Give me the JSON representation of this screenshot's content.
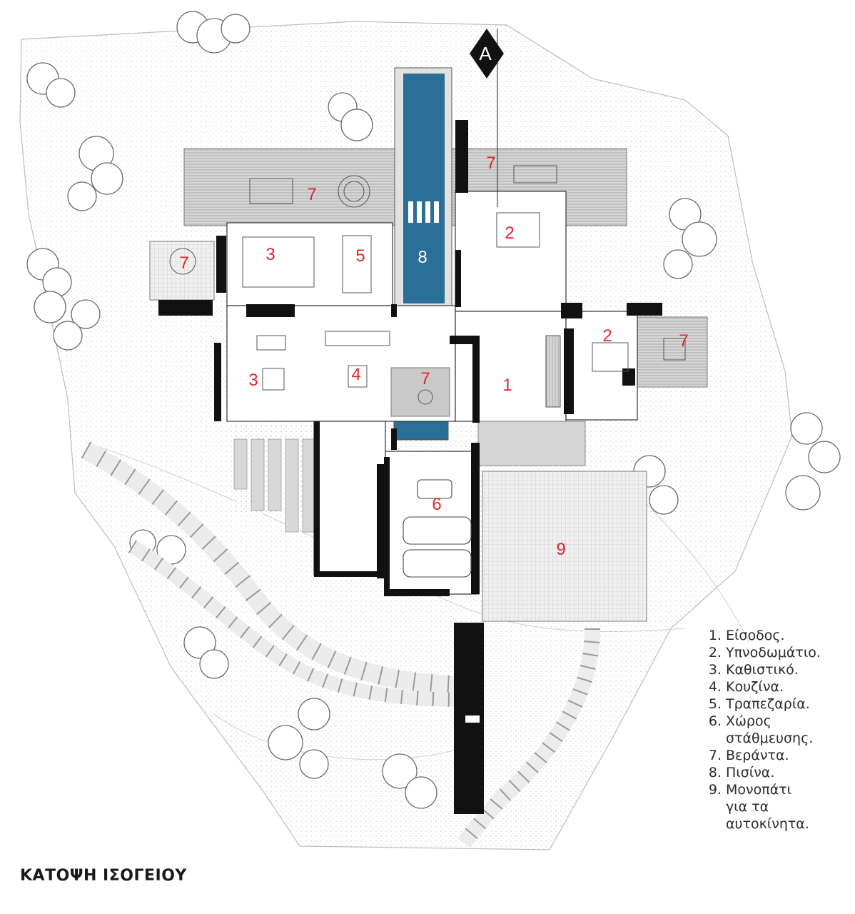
{
  "plan": {
    "title": "ΚΑΤΟΨΗ ΙΣΟΓΕΙΟΥ",
    "section_marker": "A",
    "colors": {
      "pool": "#2a6f97",
      "room_numbers": "#e1262d",
      "walls": "#111111"
    }
  },
  "room_labels": {
    "entrance": "1",
    "bedroom_north": "2",
    "bedroom_east": "2",
    "living_north": "3",
    "living_south": "3",
    "kitchen": "4",
    "dining": "5",
    "parking": "6",
    "veranda_north_west": "7",
    "veranda_north_east": "7",
    "veranda_west": "7",
    "veranda_east": "7",
    "veranda_patio": "7",
    "pool": "8",
    "car_path": "9"
  },
  "legend": [
    {
      "num": "1.",
      "text": "Είσοδος."
    },
    {
      "num": "2.",
      "text": "Υπνοδωμάτιο."
    },
    {
      "num": "3.",
      "text": "Καθιστικό."
    },
    {
      "num": "4.",
      "text": "Κουζίνα."
    },
    {
      "num": "5.",
      "text": "Τραπεζαρία."
    },
    {
      "num": "6.",
      "text": "Χώρος\nστάθμευσης."
    },
    {
      "num": "7.",
      "text": "Βεράντα."
    },
    {
      "num": "8.",
      "text": "Πισίνα."
    },
    {
      "num": "9.",
      "text": "Μονοπάτι\nγια τα\nαυτοκίνητα."
    }
  ]
}
